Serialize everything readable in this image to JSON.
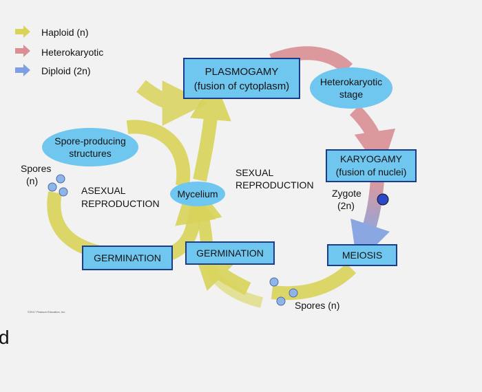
{
  "legend": [
    {
      "label": "Haploid (n)",
      "color": "#d9d35a"
    },
    {
      "label": "Heterokaryotic",
      "color": "#d98f94"
    },
    {
      "label": "Diploid (2n)",
      "color": "#7f9fe0"
    }
  ],
  "boxes": {
    "plasmogamy": {
      "line1": "PLASMOGAMY",
      "line2": "(fusion of cytoplasm)"
    },
    "karyogamy": {
      "line1": "KARYOGAMY",
      "line2": "(fusion of nuclei)"
    },
    "meiosis": {
      "line1": "MEIOSIS"
    },
    "germination_left": {
      "line1": "GERMINATION"
    },
    "germination_center": {
      "line1": "GERMINATION"
    }
  },
  "ovals": {
    "heterokaryotic_stage": {
      "line1": "Heterokaryotic",
      "line2": "stage"
    },
    "spore_producing": {
      "line1": "Spore-producing",
      "line2": "structures"
    },
    "mycelium": {
      "line1": "Mycelium"
    }
  },
  "labels": {
    "spores_left": {
      "line1": "Spores",
      "line2": "(n)"
    },
    "asexual": {
      "line1": "ASEXUAL",
      "line2": "REPRODUCTION"
    },
    "sexual": {
      "line1": "SEXUAL",
      "line2": "REPRODUCTION"
    },
    "zygote": {
      "line1": "Zygote",
      "line2": "(2n)"
    },
    "spores_bottom": {
      "line1": "Spores (n)"
    },
    "copyright": "©2017 Pearson Education, Inc.",
    "edge_mark": "d"
  },
  "colors": {
    "haploid": "#d9d35a",
    "heterokaryotic": "#d98f94",
    "diploid": "#7f9fe0",
    "box_fill": "#6fc7ef",
    "oval_fill": "#6fc7ef",
    "spore": "#8fb4e6",
    "zygote": "#2c48c8"
  }
}
